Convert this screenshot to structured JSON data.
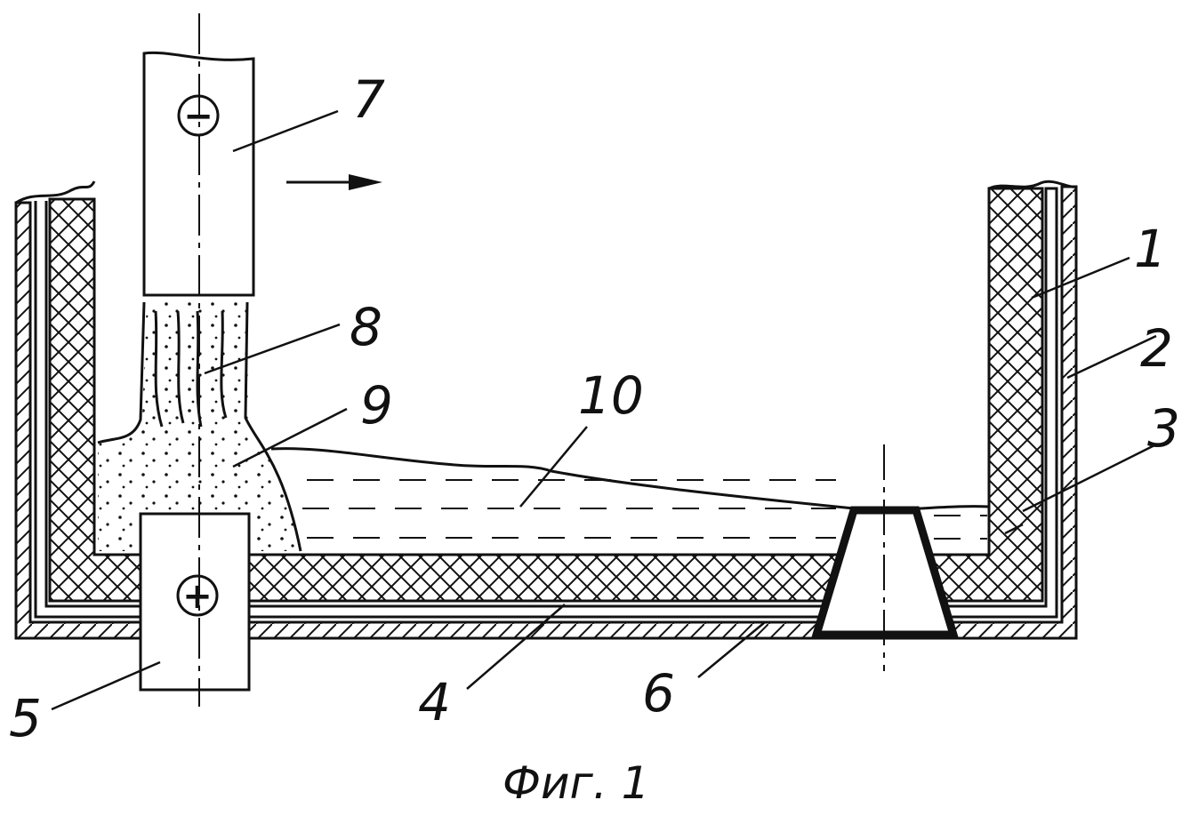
{
  "labels": {
    "l1": "1",
    "l2": "2",
    "l3": "3",
    "l4": "4",
    "l5": "5",
    "l6": "6",
    "l7": "7",
    "l8": "8",
    "l9": "9",
    "l10": "10"
  },
  "caption": "Фиг. 1",
  "cathode_sign": "−",
  "anode_sign": "+",
  "colors": {
    "ink": "#111111",
    "paper": "#ffffff"
  }
}
